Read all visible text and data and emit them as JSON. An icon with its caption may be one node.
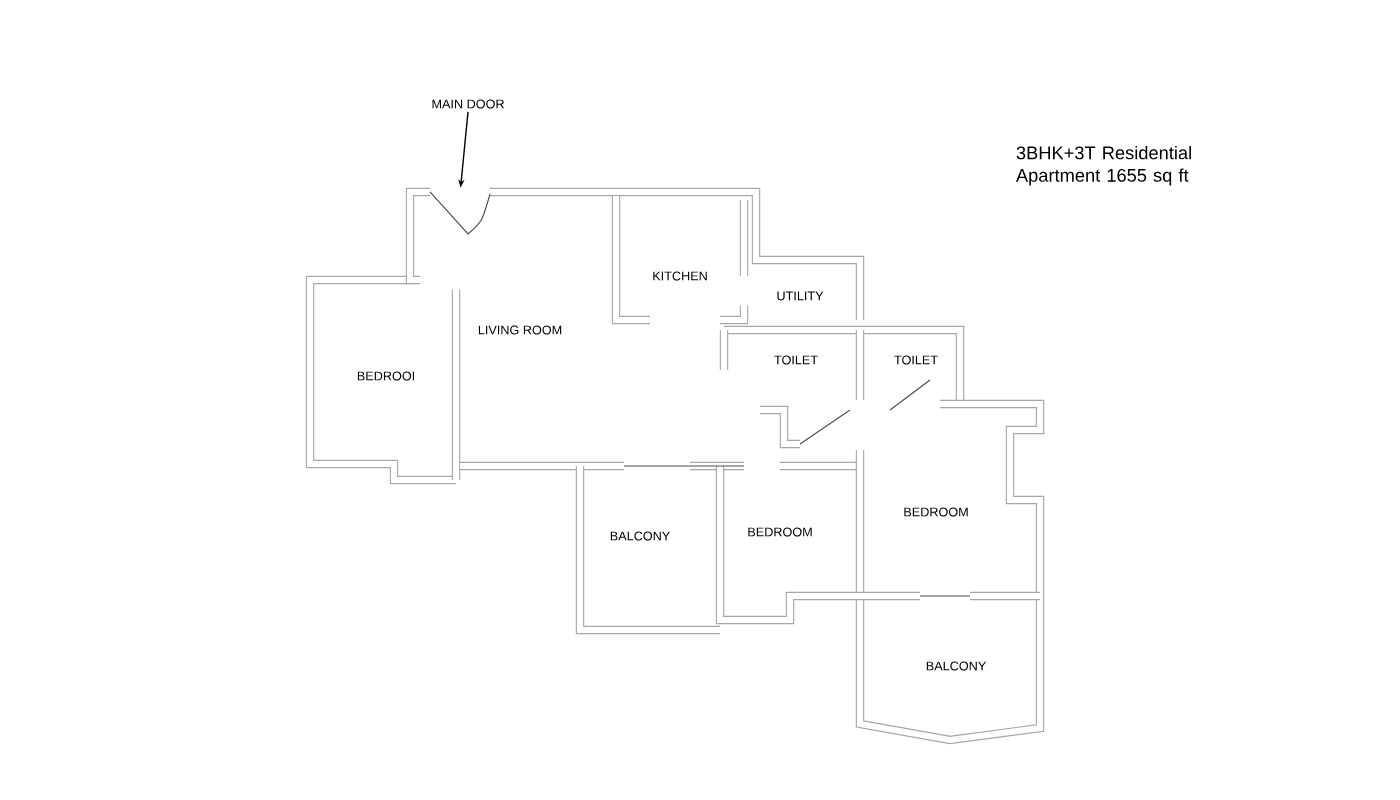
{
  "diagram": {
    "title": "3BHK+3T Residential Apartment 1655 sq ft",
    "nodes": [
      {
        "text": [
          "MAIN DOOR"
        ]
      },
      {
        "text": [],
        "shape": "door"
      }
    ],
    "edges": [
      {
        "from": 0,
        "to": 1,
        "arrow": "to"
      }
    ],
    "labels": [
      "KITCHEN",
      "UTILITY",
      "LIVING ROOM",
      "TOILET",
      "TOILET",
      "BEDROOI",
      "BALCONY",
      "BEDROOM",
      "BEDROOM",
      "BALCONY"
    ]
  }
}
